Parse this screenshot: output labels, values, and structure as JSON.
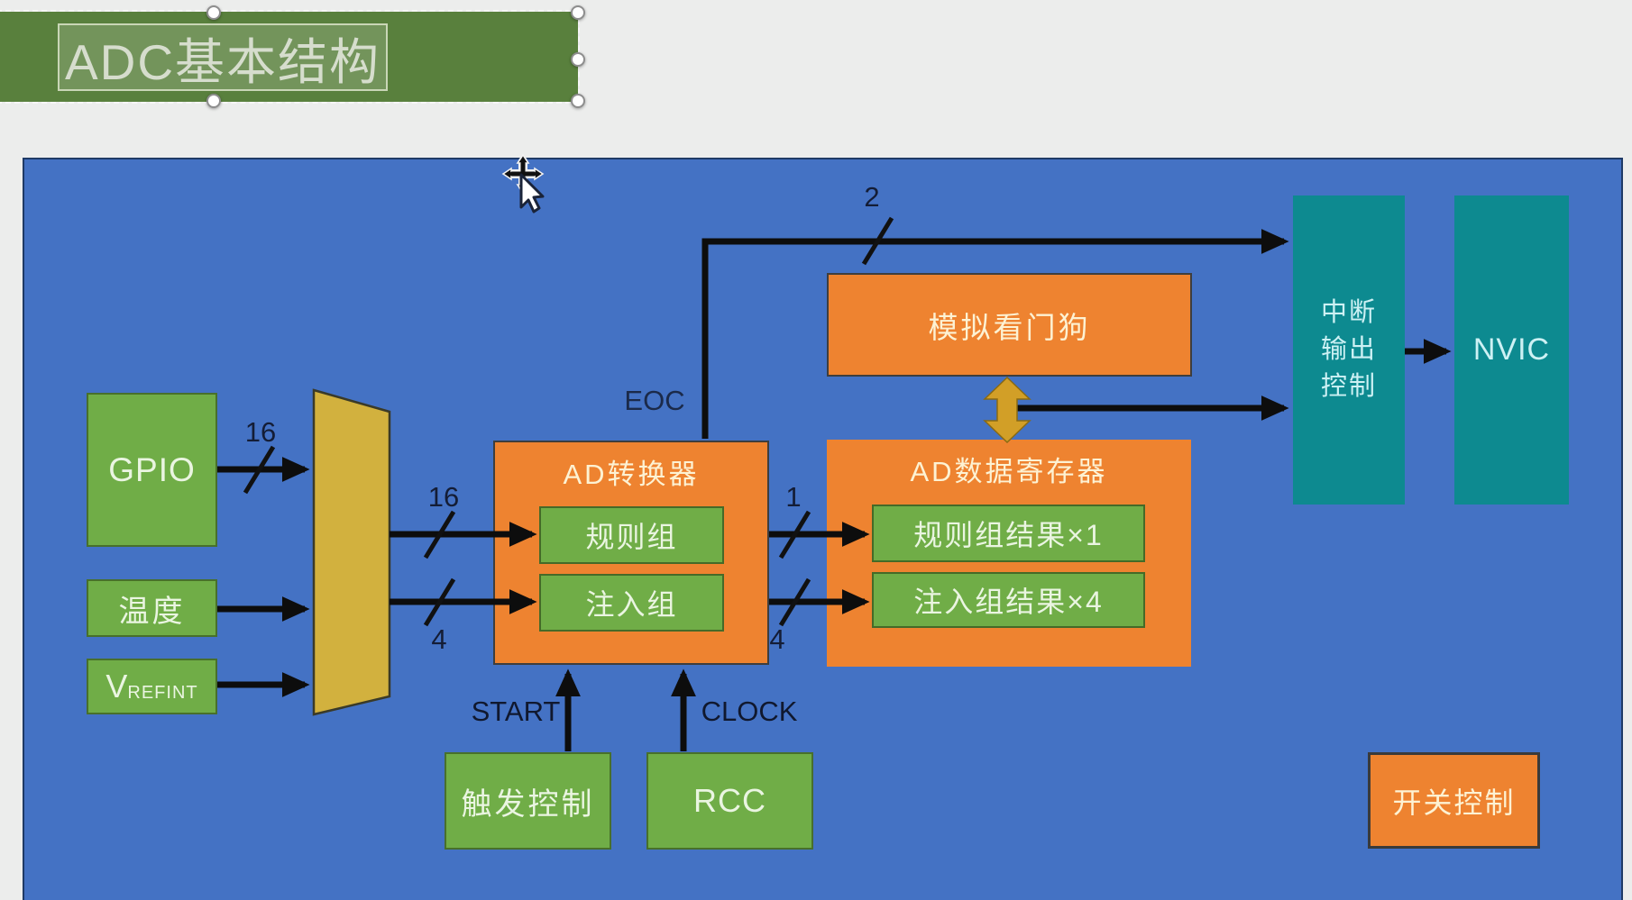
{
  "title_box": {
    "text": "ADC基本结构",
    "selected": true
  },
  "cursor": {
    "type": "move"
  },
  "colors": {
    "canvas_blue": "#4472c4",
    "banner_green": "#59803d",
    "box_green": "#70ad47",
    "box_orange": "#ee8330",
    "box_teal": "#0d8a90",
    "mux_gold": "#d2b13e",
    "double_arrow_gold": "#d29f27",
    "wire_black": "#0d0d0d",
    "label_dark": "#141d36",
    "text_cream": "#fdf2d3",
    "text_light_green": "#eaf5e1",
    "text_light_cyan": "#cdf1f4"
  },
  "diagram": {
    "blocks": {
      "gpio": "GPIO",
      "temperature": "温度",
      "vref_main": "V",
      "vref_sub": "REFINT",
      "adc_title": "AD转换器",
      "regular_group": "规则组",
      "injected_group": "注入组",
      "data_register_title": "AD数据寄存器",
      "regular_result": "规则组结果×1",
      "injected_result": "注入组结果×4",
      "watchdog": "模拟看门狗",
      "interrupt_lines": [
        "中断",
        "输出",
        "控制"
      ],
      "nvic": "NVIC",
      "trigger": "触发控制",
      "rcc": "RCC",
      "switch_control": "开关控制"
    },
    "labels": {
      "bus16_in": "16",
      "bus16_regular": "16",
      "bus4_injected": "4",
      "bus1_result": "1",
      "bus4_result": "4",
      "bus2_interrupt": "2",
      "eoc": "EOC",
      "start": "START",
      "clock": "CLOCK"
    }
  }
}
